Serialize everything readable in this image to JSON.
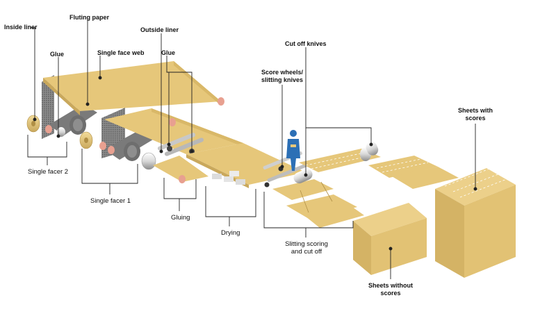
{
  "labels": {
    "inside_liner": "Inside liner",
    "fluting_paper": "Fluting paper",
    "glue_left": "Glue",
    "single_face_web": "Single face web",
    "outside_liner": "Outside liner",
    "glue_right": "Glue",
    "cut_off_knives": "Cut off knives",
    "score_wheels_1": "Score wheels/",
    "score_wheels_2": "slitting knives",
    "sheets_with_scores_1": "Sheets with",
    "sheets_with_scores_2": "scores",
    "single_facer_2": "Single facer 2",
    "single_facer_1": "Single facer 1",
    "gluing": "Gluing",
    "drying": "Drying",
    "slitting_1": "Slitting scoring",
    "slitting_2": "and cut off",
    "sheets_without_scores_1": "Sheets without",
    "sheets_without_scores_2": "scores"
  },
  "colors": {
    "paper": "#e6c77a",
    "paper_dark": "#c9a85c",
    "paper_side": "#d9b868",
    "roller": "#e8e8e8",
    "roller_dark": "#9a9a9a",
    "machine": "#6e6e6e",
    "accent_roll": "#e8a090",
    "worker": "#2c6fb5",
    "line": "#222222"
  }
}
